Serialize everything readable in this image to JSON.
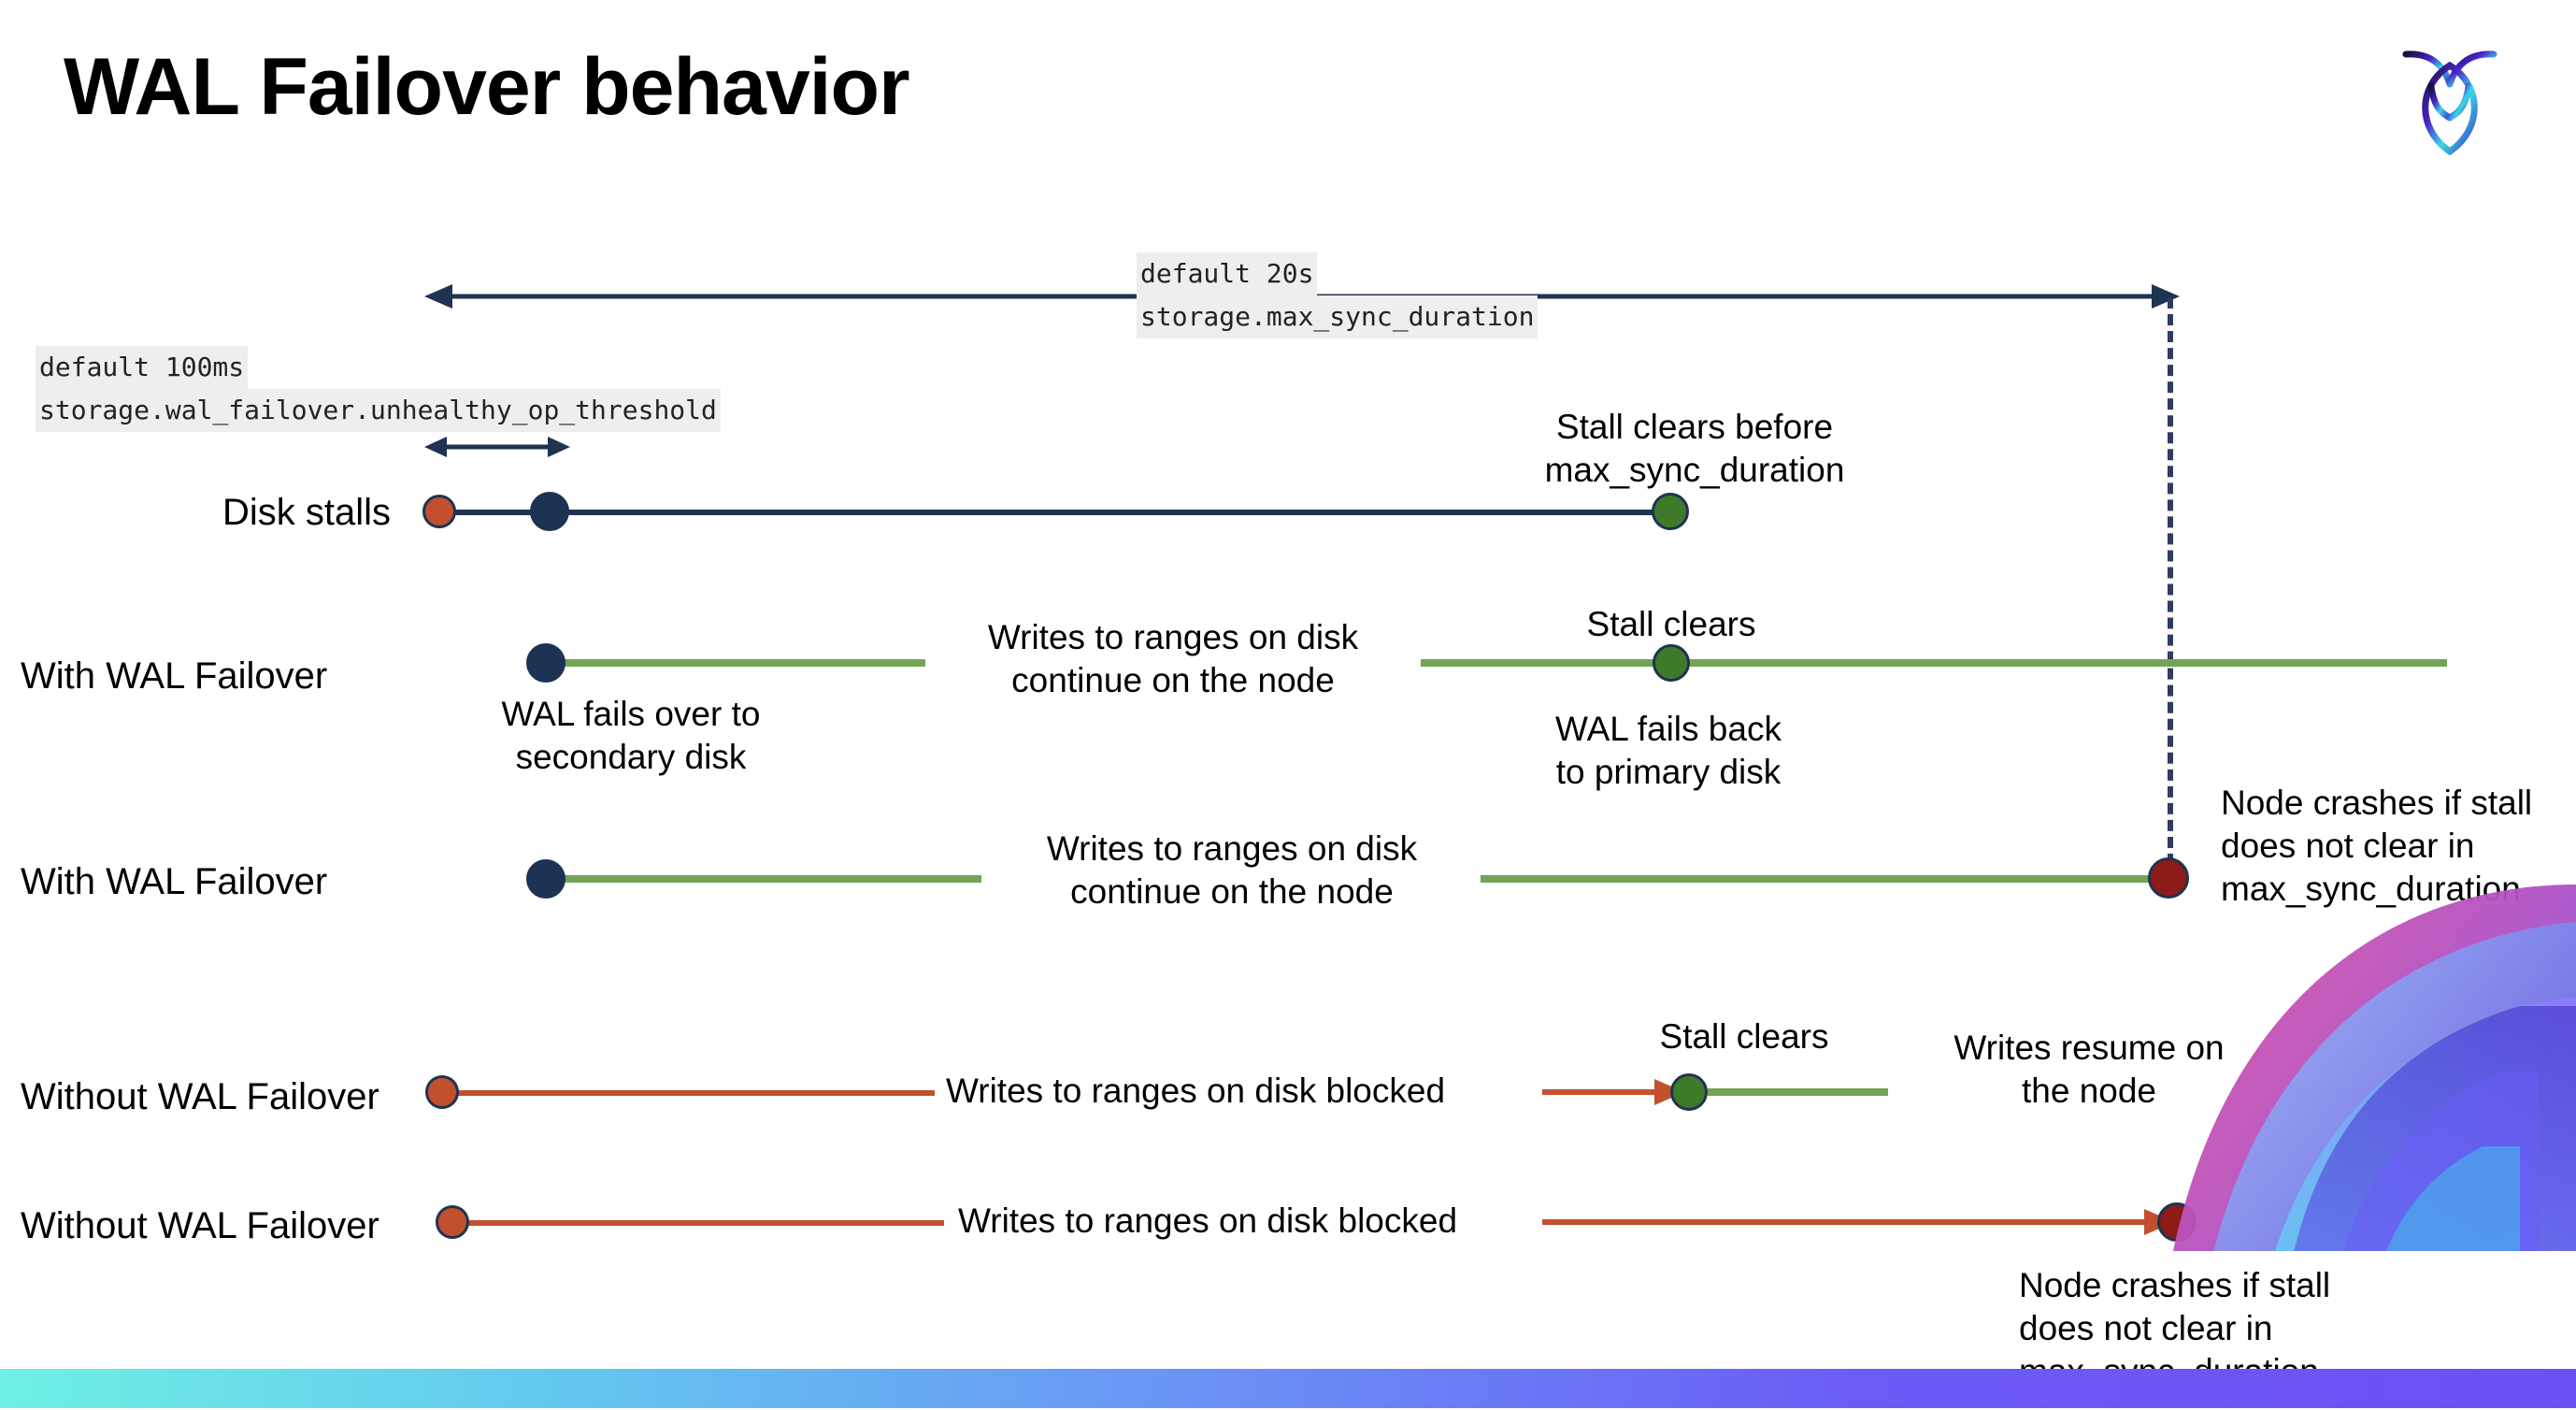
{
  "slide": {
    "title": "WAL Failover behavior",
    "logo_icon": "cockroach-logo-icon"
  },
  "annotations": {
    "max_sync": {
      "default_line": "default 20s",
      "setting_line": "storage.max_sync_duration"
    },
    "unhealthy_threshold": {
      "default_line": "default 100ms",
      "setting_line": "storage.wal_failover.unhealthy_op_threshold"
    }
  },
  "rows": [
    {
      "id": "disk-stalls",
      "label": "Disk stalls",
      "notes": [
        "Stall clears before",
        "max_sync_duration"
      ]
    },
    {
      "id": "with-wal-failover-1",
      "label": "With WAL Failover",
      "notes": [
        "Writes to ranges on disk",
        "continue on the node",
        "Stall clears",
        "WAL fails over to",
        "secondary disk",
        "WAL fails  back",
        "to primary disk"
      ]
    },
    {
      "id": "with-wal-failover-2",
      "label": "With WAL Failover",
      "notes": [
        "Writes to ranges on disk",
        "continue on the node",
        "Node crashes if stall",
        "does not clear in",
        "max_sync_duration"
      ]
    },
    {
      "id": "without-wal-failover-1",
      "label": "Without WAL Failover",
      "notes": [
        "Writes to ranges on disk  blocked",
        "Stall clears",
        "Writes resume on",
        "the node"
      ]
    },
    {
      "id": "without-wal-failover-2",
      "label": "Without WAL Failover",
      "notes": [
        "Writes to ranges on disk  blocked",
        "Node crashes if stall",
        "does not clear in",
        "max_sync_duration"
      ]
    }
  ],
  "text": {
    "stall_clears_before": "Stall clears before",
    "max_sync_duration": "max_sync_duration",
    "writes_continue_l1": "Writes to ranges on disk",
    "writes_continue_l2": "continue on the node",
    "stall_clears": "Stall clears",
    "wal_fails_over_l1": "WAL fails over to",
    "wal_fails_over_l2": "secondary disk",
    "wal_fails_back_l1": "WAL fails  back",
    "wal_fails_back_l2": "to primary disk",
    "node_crashes_l1": "Node crashes if stall",
    "node_crashes_l2": "does not clear in",
    "node_crashes_l3": "max_sync_duration",
    "writes_blocked": "Writes to ranges on disk  blocked",
    "writes_resume_l1": "Writes resume on",
    "writes_resume_l2": "the node"
  },
  "colors": {
    "navy": "#1f3352",
    "green_line": "#74a457",
    "green_dot": "#3f7a2b",
    "red_line": "#c2502e",
    "orange_dot": "#c2502e",
    "dark_red_dot": "#8d1b17",
    "code_bg": "#eeeeee",
    "bar_gradient_start": "#6ef0e4",
    "bar_gradient_end": "#6d4ff7"
  }
}
